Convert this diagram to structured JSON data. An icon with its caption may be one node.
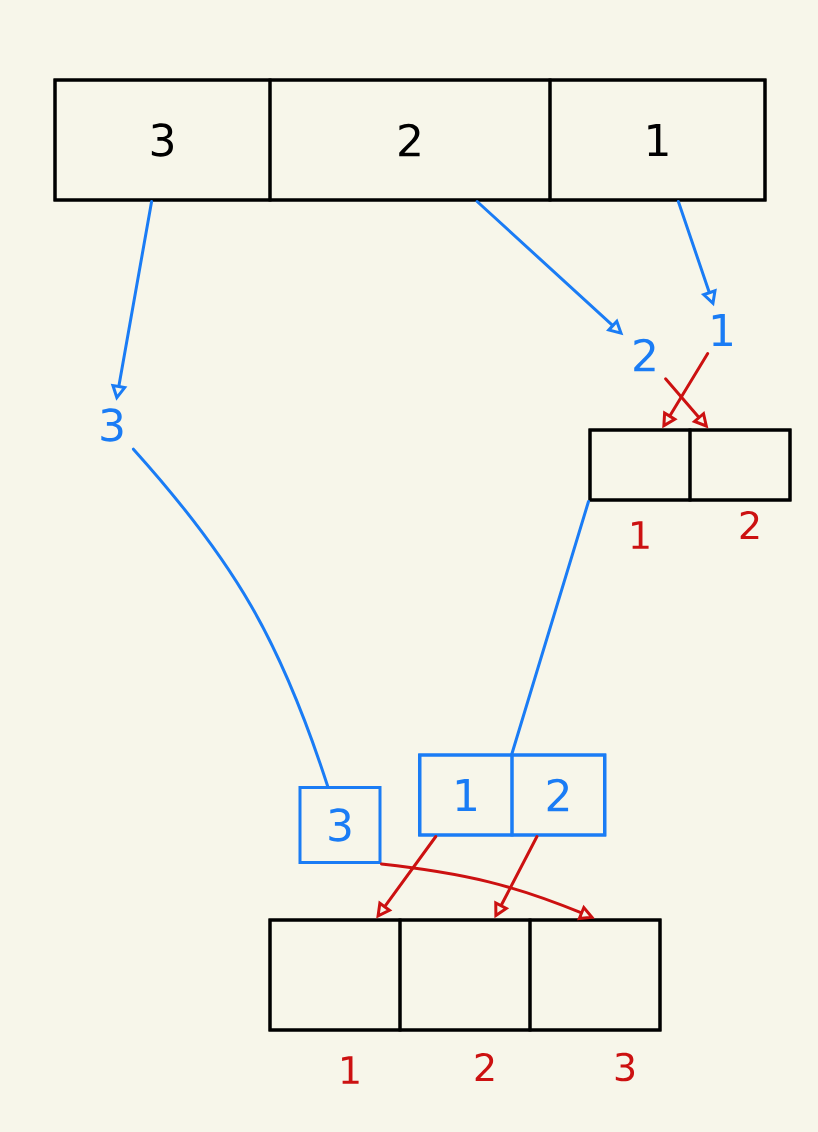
{
  "diagram": {
    "nodes": [
      {
        "text": [],
        "shape": "box"
      },
      {
        "text": [
          "3"
        ],
        "in": 0
      },
      {
        "text": [
          "2"
        ],
        "in": 0
      },
      {
        "text": [
          "1"
        ],
        "in": 0
      },
      {
        "text": [
          "3"
        ]
      },
      {
        "text": [
          "2"
        ]
      },
      {
        "text": [
          "1"
        ]
      },
      {
        "text": [],
        "shape": "box"
      },
      {
        "text": [],
        "shape": "box",
        "in": 7,
        "beside": [
          "1"
        ]
      },
      {
        "text": [],
        "shape": "box",
        "in": 7,
        "beside": [
          "2"
        ]
      },
      {
        "text": [
          "3"
        ]
      },
      {
        "text": [],
        "shape": "box"
      },
      {
        "text": [
          "1"
        ],
        "in": 11
      },
      {
        "text": [
          "2"
        ],
        "in": 11
      },
      {
        "text": [],
        "shape": "box"
      },
      {
        "text": [],
        "shape": "box",
        "in": 14,
        "beside": [
          "1"
        ]
      },
      {
        "text": [],
        "shape": "box",
        "in": 14,
        "beside": [
          "2"
        ]
      },
      {
        "text": [],
        "shape": "box",
        "in": 14,
        "beside": [
          "3"
        ]
      }
    ],
    "edges": [
      {
        "from": 1,
        "to": 4,
        "arrow": "to"
      },
      {
        "from": 2,
        "to": 5,
        "arrow": "to"
      },
      {
        "from": 3,
        "to": 6,
        "arrow": "to"
      },
      {
        "from": 6,
        "to": 8,
        "arrow": "to",
        "color": "#cc1111"
      },
      {
        "from": 5,
        "to": 9,
        "arrow": "to",
        "color": "#cc1111"
      },
      {
        "from": 4,
        "to": 10,
        "arrow": "none"
      },
      {
        "from": 7,
        "to": 11,
        "arrow": "none"
      },
      {
        "from": 12,
        "to": 15,
        "arrow": "to",
        "color": "#cc1111"
      },
      {
        "from": 13,
        "to": 16,
        "arrow": "to",
        "color": "#cc1111"
      },
      {
        "from": 10,
        "to": 17,
        "arrow": "to",
        "color": "#cc1111"
      }
    ]
  }
}
